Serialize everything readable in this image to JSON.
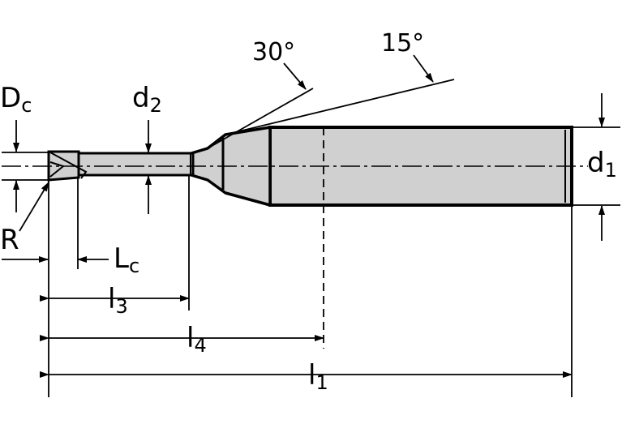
{
  "colors": {
    "ink": "#000000",
    "body_fill": "#d0d0d0",
    "background": "#ffffff"
  },
  "angles": {
    "a30": "30°",
    "a15": "15°"
  },
  "labels": {
    "Dc": {
      "main": "D",
      "sub": "c"
    },
    "d2": {
      "main": "d",
      "sub": "2"
    },
    "d1": {
      "main": "d",
      "sub": "1"
    },
    "R": {
      "main": "R"
    },
    "Lc": {
      "main": "L",
      "sub": "c"
    },
    "l3": {
      "main": "l",
      "sub": "3"
    },
    "l4": {
      "main": "l",
      "sub": "4"
    },
    "l1": {
      "main": "l",
      "sub": "1"
    }
  }
}
